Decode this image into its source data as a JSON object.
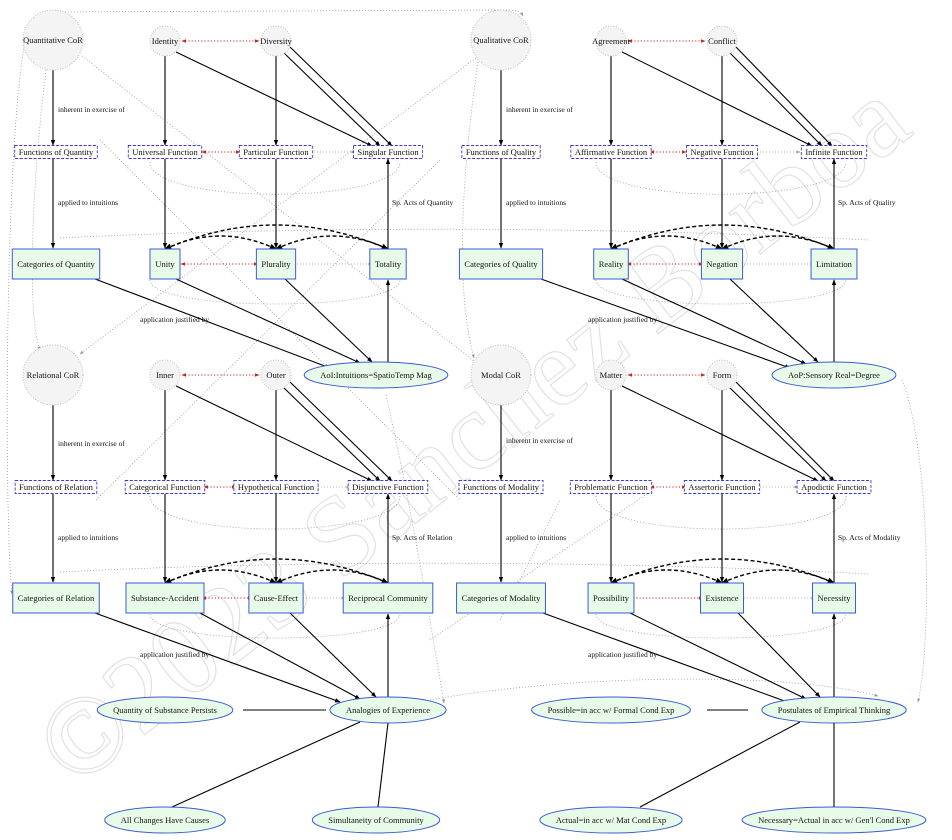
{
  "watermark": "©2023 Sanchez Borboa",
  "colors": {
    "cor_fill": "#f4f4f4",
    "cor_stroke": "#b0b0b0",
    "function_fill": "#ffffff",
    "function_stroke": "#3a3acc",
    "category_fill": "#e8fbe8",
    "category_stroke": "#3b5bd6",
    "edge": "#000000",
    "red_dotted": "#cc2222",
    "gray_dotted": "#9a9a9a"
  },
  "nodes": [
    {
      "id": "quantitative_cor",
      "label": "Quantitative CoR",
      "kind": "cor"
    },
    {
      "id": "identity",
      "label": "Identity",
      "kind": "concept"
    },
    {
      "id": "diversity",
      "label": "Diversity",
      "kind": "concept"
    },
    {
      "id": "qualitative_cor",
      "label": "Qualitative CoR",
      "kind": "cor"
    },
    {
      "id": "agreement",
      "label": "Agreement",
      "kind": "concept"
    },
    {
      "id": "conflict",
      "label": "Conflict",
      "kind": "concept"
    },
    {
      "id": "functions_of_quantity",
      "label": "Functions of Quantity",
      "kind": "function"
    },
    {
      "id": "universal_function",
      "label": "Universal Function",
      "kind": "function"
    },
    {
      "id": "particular_function",
      "label": "Particular Function",
      "kind": "function"
    },
    {
      "id": "singular_function",
      "label": "Singular Function",
      "kind": "function"
    },
    {
      "id": "functions_of_quality",
      "label": "Functions of Quality",
      "kind": "function"
    },
    {
      "id": "affirmative_function",
      "label": "Affirmative Function",
      "kind": "function"
    },
    {
      "id": "negative_function",
      "label": "Negative Function",
      "kind": "function"
    },
    {
      "id": "infinite_function",
      "label": "Infinite Function",
      "kind": "function"
    },
    {
      "id": "categories_of_quantity",
      "label": "Categories of Quantity",
      "kind": "category"
    },
    {
      "id": "unity",
      "label": "Unity",
      "kind": "category"
    },
    {
      "id": "plurality",
      "label": "Plurality",
      "kind": "category"
    },
    {
      "id": "totality",
      "label": "Totality",
      "kind": "category"
    },
    {
      "id": "categories_of_quality",
      "label": "Categories of Quality",
      "kind": "category"
    },
    {
      "id": "reality",
      "label": "Reality",
      "kind": "category"
    },
    {
      "id": "negation",
      "label": "Negation",
      "kind": "category"
    },
    {
      "id": "limitation",
      "label": "Limitation",
      "kind": "category"
    },
    {
      "id": "aoi",
      "label": "AoI:Intuitions=SpatioTemp Mag",
      "kind": "principle"
    },
    {
      "id": "aop",
      "label": "AoP:Sensory Real=Degree",
      "kind": "principle"
    },
    {
      "id": "relational_cor",
      "label": "Relational CoR",
      "kind": "cor"
    },
    {
      "id": "inner",
      "label": "Inner",
      "kind": "concept"
    },
    {
      "id": "outer",
      "label": "Outer",
      "kind": "concept"
    },
    {
      "id": "modal_cor",
      "label": "Modal CoR",
      "kind": "cor"
    },
    {
      "id": "matter",
      "label": "Matter",
      "kind": "concept"
    },
    {
      "id": "form",
      "label": "Form",
      "kind": "concept"
    },
    {
      "id": "functions_of_relation",
      "label": "Functions of Relation",
      "kind": "function"
    },
    {
      "id": "categorical_function",
      "label": "Categorical Function",
      "kind": "function"
    },
    {
      "id": "hypothetical_function",
      "label": "Hypothetical Function",
      "kind": "function"
    },
    {
      "id": "disjunctive_function",
      "label": "Disjunctive Function",
      "kind": "function"
    },
    {
      "id": "functions_of_modality",
      "label": "Functions of Modality",
      "kind": "function"
    },
    {
      "id": "problematic_function",
      "label": "Problematic Function",
      "kind": "function"
    },
    {
      "id": "assertoric_function",
      "label": "Assertoric Function",
      "kind": "function"
    },
    {
      "id": "apodictic_function",
      "label": "Apodictic Function",
      "kind": "function"
    },
    {
      "id": "categories_of_relation",
      "label": "Categories of Relation",
      "kind": "category"
    },
    {
      "id": "substance_accident",
      "label": "Substance-Accident",
      "kind": "category"
    },
    {
      "id": "cause_effect",
      "label": "Cause-Effect",
      "kind": "category"
    },
    {
      "id": "reciprocal_community",
      "label": "Reciprocal Community",
      "kind": "category"
    },
    {
      "id": "categories_of_modality",
      "label": "Categories of Modality",
      "kind": "category"
    },
    {
      "id": "possibility",
      "label": "Possibility",
      "kind": "category"
    },
    {
      "id": "existence",
      "label": "Existence",
      "kind": "category"
    },
    {
      "id": "necessity",
      "label": "Necessity",
      "kind": "category"
    },
    {
      "id": "analogies_of_experience",
      "label": "Analogies of Experience",
      "kind": "principle"
    },
    {
      "id": "quantity_of_substance_persists",
      "label": "Quantity of Substance Persists",
      "kind": "principle"
    },
    {
      "id": "all_changes_have_causes",
      "label": "All Changes Have Causes",
      "kind": "principle"
    },
    {
      "id": "simultaneity_of_community",
      "label": "Simultaneity of Community",
      "kind": "principle"
    },
    {
      "id": "postulates_of_empirical_thinking",
      "label": "Postulates of Empirical Thinking",
      "kind": "principle"
    },
    {
      "id": "possible",
      "label": "Possible=in acc w/ Formal Cond Exp",
      "kind": "principle"
    },
    {
      "id": "actual",
      "label": "Actual=in acc w/ Mat Cond Exp",
      "kind": "principle"
    },
    {
      "id": "necessary",
      "label": "Necessary=Actual in acc w/ Gen'l Cond Exp",
      "kind": "principle"
    }
  ],
  "edge_labels": [
    {
      "id": "quantity_inherent",
      "text": "inherent in exercise of"
    },
    {
      "id": "quantity_applied",
      "text": "applied to intuitions"
    },
    {
      "id": "quantity_sp",
      "text": "Sp. Acts of Quantity"
    },
    {
      "id": "quantity_justified",
      "text": "application justified by"
    },
    {
      "id": "quality_inherent",
      "text": "inherent in exercise of"
    },
    {
      "id": "quality_applied",
      "text": "applied to intuitions"
    },
    {
      "id": "quality_sp",
      "text": "Sp. Acts of Quality"
    },
    {
      "id": "quality_justified",
      "text": "application justified by"
    },
    {
      "id": "relation_inherent",
      "text": "inherent in exercise of"
    },
    {
      "id": "relation_applied",
      "text": "applied to intuitions"
    },
    {
      "id": "relation_sp",
      "text": "Sp. Acts of Relation"
    },
    {
      "id": "relation_justified",
      "text": "application justified by"
    },
    {
      "id": "modality_inherent",
      "text": "inherent in exercise of"
    },
    {
      "id": "modality_applied",
      "text": "applied to intuitions"
    },
    {
      "id": "modality_sp",
      "text": "Sp. Acts of Modality"
    },
    {
      "id": "modality_justified",
      "text": "application justified by"
    }
  ]
}
